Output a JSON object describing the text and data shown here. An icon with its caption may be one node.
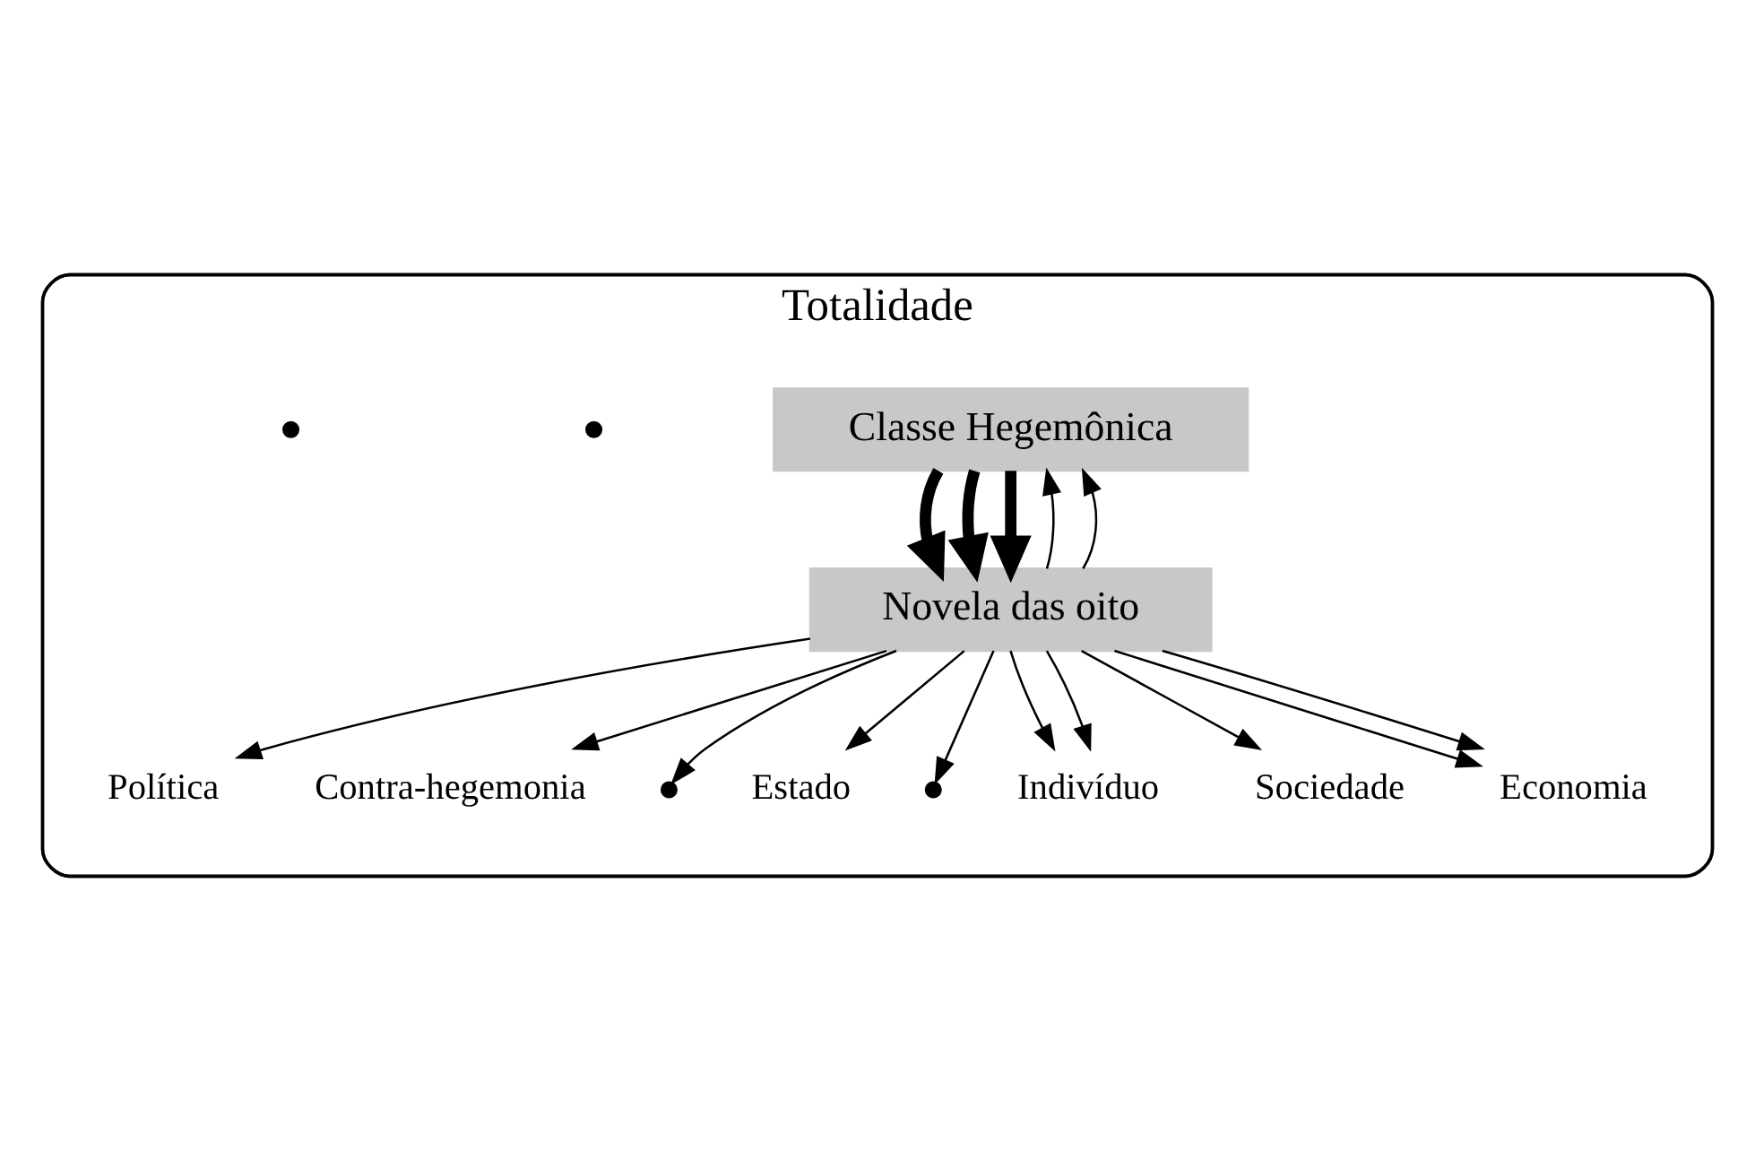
{
  "diagram": {
    "nodes": [
      {
        "text": [
          "Totalidade"
        ]
      },
      {
        "text": [
          "Classe Hegemônica"
        ],
        "in": 0
      },
      {
        "text": [
          "Novela das oito"
        ],
        "in": 0
      },
      {
        "text": [
          "Política"
        ],
        "in": 0
      },
      {
        "text": [],
        "shape": "dots",
        "in": 0
      },
      {
        "text": [],
        "shape": "dots",
        "in": 0
      },
      {
        "text": [
          "Contra-hegemonia"
        ],
        "in": 0
      },
      {
        "text": [],
        "shape": "dots",
        "in": 0
      },
      {
        "text": [
          "Estado"
        ],
        "in": 0
      },
      {
        "text": [],
        "shape": "dots",
        "in": 0
      },
      {
        "text": [
          "Indivíduo"
        ],
        "in": 0
      },
      {
        "text": [
          "Sociedade"
        ],
        "in": 0
      },
      {
        "text": [
          "Economia"
        ],
        "in": 0
      }
    ],
    "edges": [
      {
        "from": 1,
        "to": 2,
        "arrow": "to",
        "style": "thick"
      },
      {
        "from": 1,
        "to": 2,
        "arrow": "to",
        "style": "thick"
      },
      {
        "from": 1,
        "to": 2,
        "arrow": "to",
        "style": "thick"
      },
      {
        "from": 2,
        "to": 1,
        "arrow": "to"
      },
      {
        "from": 2,
        "to": 1,
        "arrow": "to"
      },
      {
        "from": 2,
        "to": 3,
        "arrow": "to"
      },
      {
        "from": 2,
        "to": 6,
        "arrow": "to"
      },
      {
        "from": 2,
        "to": 8,
        "arrow": "to"
      },
      {
        "from": 2,
        "to": 7,
        "arrow": "to"
      },
      {
        "from": 2,
        "to": 10,
        "arrow": "to"
      },
      {
        "from": 2,
        "to": 10,
        "arrow": "to"
      },
      {
        "from": 2,
        "to": 12,
        "arrow": "to"
      },
      {
        "from": 2,
        "to": 12,
        "arrow": "to"
      },
      {
        "from": 2,
        "to": 11,
        "arrow": "to"
      },
      {
        "from": 2,
        "to": 9,
        "arrow": "to"
      }
    ]
  }
}
